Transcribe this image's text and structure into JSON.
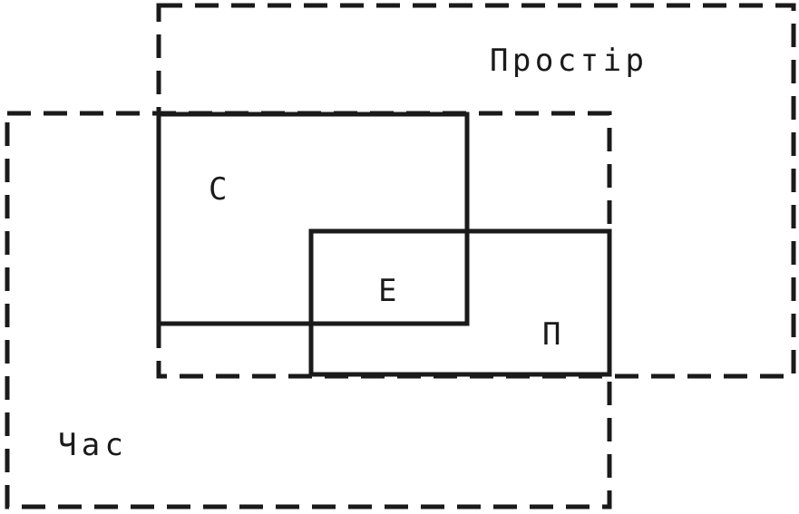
{
  "labels": {
    "space": "П р о с т і р",
    "time": "Ч а с",
    "c_region": "С",
    "e_region": "Е",
    "p_region": "П"
  },
  "colors": {
    "stroke": "#1a1a1a",
    "background": "#ffffff"
  }
}
